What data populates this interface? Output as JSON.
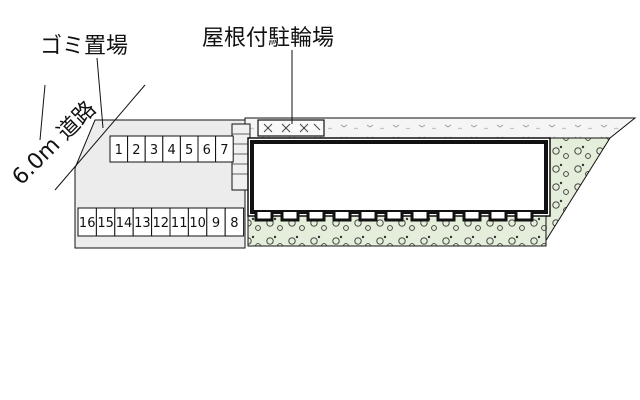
{
  "labels": {
    "garbage": "ゴミ置場",
    "bicycle_parking": "屋根付駐輪場",
    "road": "6.0m 道路"
  },
  "parking": {
    "top_row": [
      "1",
      "2",
      "3",
      "4",
      "5",
      "6",
      "7"
    ],
    "bottom_row": [
      "16",
      "15",
      "14",
      "13",
      "12",
      "11",
      "10",
      "9",
      "8"
    ]
  },
  "colors": {
    "lot": "#ededed",
    "greenery": "#e6efdc",
    "gravel": "#f3f3f3",
    "line": "#111111"
  }
}
